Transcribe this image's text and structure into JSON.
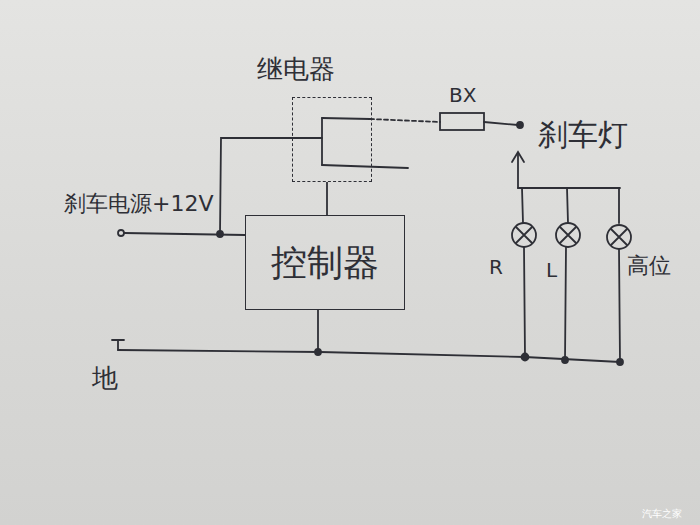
{
  "diagram": {
    "nodes": [
      {
        "text": [
          "继电器"
        ]
      },
      {
        "text": [
          "控制器"
        ]
      }
    ],
    "edges": [
      {
        "from": 0,
        "to": 1,
        "arrow": "none"
      }
    ],
    "labels": [
      "BX",
      "刹车灯",
      "刹车电源+12V",
      "R",
      "L",
      "高位",
      "地",
      "汽车之家"
    ]
  }
}
